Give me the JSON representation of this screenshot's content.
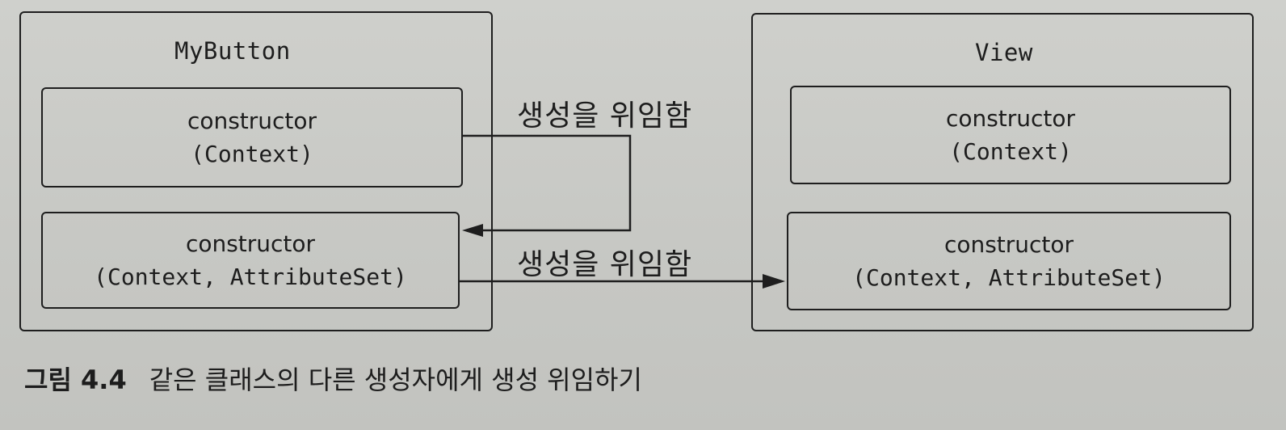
{
  "left_class": {
    "title": "MyButton",
    "constructors": [
      {
        "name": "constructor",
        "params": "(Context)"
      },
      {
        "name": "constructor",
        "params": "(Context, AttributeSet)"
      }
    ]
  },
  "right_class": {
    "title": "View",
    "constructors": [
      {
        "name": "constructor",
        "params": "(Context)"
      },
      {
        "name": "constructor",
        "params": "(Context, AttributeSet)"
      }
    ]
  },
  "arrows": {
    "internal_label": "생성을 위임함",
    "external_label": "생성을 위임함"
  },
  "caption": {
    "label": "그림 4.4",
    "text": "같은 클래스의 다른 생성자에게 생성 위임하기"
  }
}
